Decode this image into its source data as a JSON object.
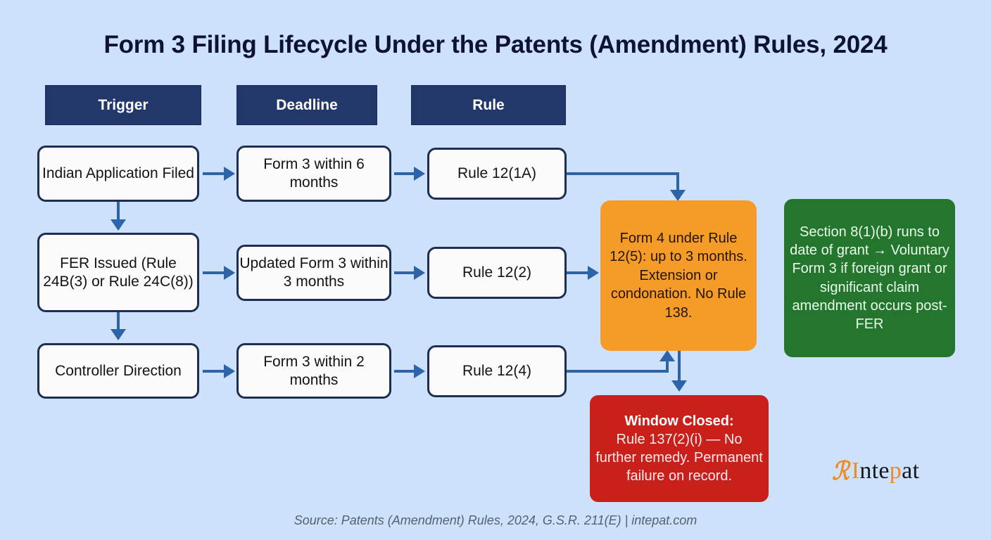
{
  "page": {
    "title": "Form 3 Filing Lifecycle Under the Patents (Amendment) Rules, 2024",
    "background_color": "#cde1fb"
  },
  "colors": {
    "header_bar": "#22386a",
    "box_border": "#1d2e52",
    "connector": "#2d63a8",
    "orange": "#f59c28",
    "green": "#24762f",
    "red": "#c9201c",
    "logo_orange": "#f08a22"
  },
  "columns": [
    {
      "label": "Trigger"
    },
    {
      "label": "Deadline"
    },
    {
      "label": "Rule"
    }
  ],
  "rows": [
    {
      "trigger": "Indian Application Filed",
      "deadline": "Form 3 within 6 months",
      "rule": "Rule 12(1A)"
    },
    {
      "trigger": "FER Issued (Rule 24B(3) or Rule 24C(8))",
      "deadline": "Updated Form 3 within 3 months",
      "rule": "Rule 12(2)"
    },
    {
      "trigger": "Controller Direction",
      "deadline": "Form 3 within 2 months",
      "rule": "Rule 12(4)"
    }
  ],
  "outcomes": {
    "extension": "Form 4 under Rule 12(5): up to 3 months. Extension or condonation. No Rule 138.",
    "note": "Section 8(1)(b) runs to date of grant → Voluntary Form 3 if foreign grant or significant claim amendment occurs post-FER",
    "closed_title": "Window Closed:",
    "closed_body": "Rule 137(2)(i) — No further remedy. Permanent failure on record."
  },
  "footer": {
    "source": "Source: Patents (Amendment) Rules, 2024, G.S.R. 211(E)  |  intepat.com"
  },
  "logo": {
    "mark": "ℛ",
    "word_first": "I",
    "word_mid": "nte",
    "word_p": "p",
    "word_last": "at"
  }
}
